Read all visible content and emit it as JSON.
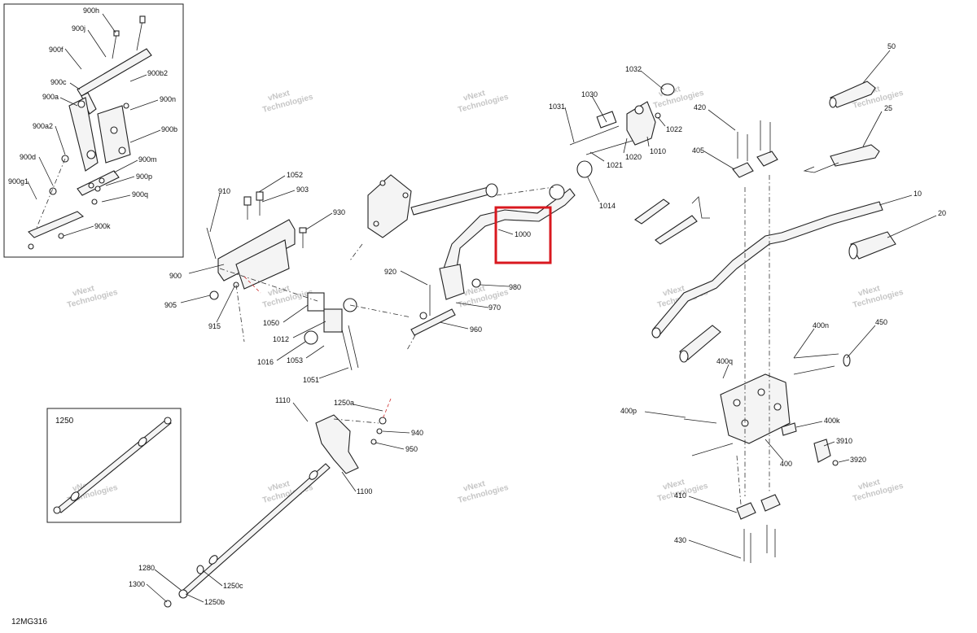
{
  "drawing_code": "12MG316",
  "watermark": {
    "line1": "vNext",
    "line2": "Technologies"
  },
  "highlight": {
    "label": "1000",
    "color": "#d9181f"
  },
  "labels": {
    "l900h": "900h",
    "l900j": "900j",
    "l900f": "900f",
    "l900c": "900c",
    "l900a": "900a",
    "l900b2": "900b2",
    "l900n": "900n",
    "l900a2": "900a2",
    "l900b": "900b",
    "l900d": "900d",
    "l900m": "900m",
    "l900p": "900p",
    "l900g1": "900g1",
    "l900q": "900q",
    "l900k": "900k",
    "l910": "910",
    "l1052": "1052",
    "l903": "903",
    "l930": "930",
    "l900": "900",
    "l905": "905",
    "l915": "915",
    "l1050": "1050",
    "l1012": "1012",
    "l1016": "1016",
    "l1053": "1053",
    "l1051": "1051",
    "l920": "920",
    "l980": "980",
    "l970": "970",
    "l960": "960",
    "l1031": "1031",
    "l1030": "1030",
    "l1032": "1032",
    "l1022": "1022",
    "l1010": "1010",
    "l1020": "1020",
    "l1021": "1021",
    "l1014": "1014",
    "l50": "50",
    "l420": "420",
    "l25": "25",
    "l405": "405",
    "l10": "10",
    "l20": "20",
    "l400n": "400n",
    "l450": "450",
    "l400q": "400q",
    "l400p": "400p",
    "l400k": "400k",
    "l3910": "3910",
    "l3920": "3920",
    "l400": "400",
    "l410": "410",
    "l430": "430",
    "l1250": "1250",
    "l1110": "1110",
    "l1250a": "1250a",
    "l940": "940",
    "l950": "950",
    "l1100": "1100",
    "l1280": "1280",
    "l1300": "1300",
    "l1250c": "1250c",
    "l1250b": "1250b"
  }
}
